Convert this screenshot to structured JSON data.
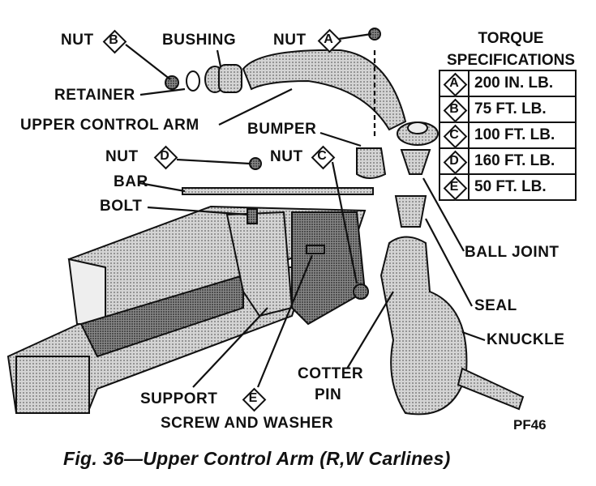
{
  "labels": {
    "nut_b": "NUT",
    "bushing": "BUSHING",
    "nut_a": "NUT",
    "retainer": "RETAINER",
    "upper_control_arm": "UPPER CONTROL ARM",
    "bumper": "BUMPER",
    "nut_d": "NUT",
    "nut_c": "NUT",
    "bar": "BAR",
    "bolt": "BOLT",
    "ball_joint": "BALL JOINT",
    "seal": "SEAL",
    "knuckle": "KNUCKLE",
    "cotter": "COTTER",
    "pin": "PIN",
    "support": "SUPPORT",
    "screw_and_washer": "SCREW AND WASHER",
    "pf_code": "PF46"
  },
  "keys": {
    "a": "A",
    "b": "B",
    "c": "C",
    "d": "D",
    "e": "E"
  },
  "torque": {
    "title_line1": "TORQUE",
    "title_line2": "SPECIFICATIONS",
    "rows": [
      {
        "key": "A",
        "value": "200 IN. LB."
      },
      {
        "key": "B",
        "value": "75 FT. LB."
      },
      {
        "key": "C",
        "value": "100 FT. LB."
      },
      {
        "key": "D",
        "value": "160 FT. LB."
      },
      {
        "key": "E",
        "value": "50 FT. LB."
      }
    ]
  },
  "caption": "Fig. 36—Upper Control Arm (R,W Carlines)"
}
